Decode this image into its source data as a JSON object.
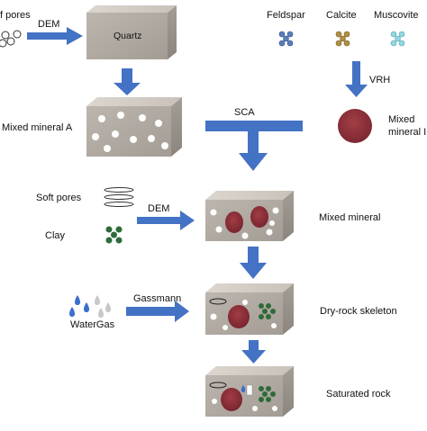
{
  "labels": {
    "stiff_pores": "f pores",
    "dem_top": "DEM",
    "quartz": "Quartz",
    "feldspar": "Feldspar",
    "calcite": "Calcite",
    "muscovite": "Muscovite",
    "vrh": "VRH",
    "mixed_mineral_a": "Mixed mineral A",
    "sca": "SCA",
    "mixed_mineral_b_line1": "Mixed",
    "mixed_mineral_b_line2": "mineral I",
    "soft_pores": "Soft pores",
    "clay": "Clay",
    "dem_mid": "DEM",
    "mixed_mineral": "Mixed mineral",
    "water_gas": "WaterGas",
    "gassmann": "Gassmann",
    "dry_rock_skeleton": "Dry-rock skeleton",
    "saturated_rock": "Saturated rock"
  },
  "colors": {
    "arrow": "#4472c4",
    "block_front": "#b5aea7",
    "block_top": "#d8d2cb",
    "block_side": "#9b948c",
    "mixed_mineral_b": "#8e2f35",
    "clay": "#2e6b3a",
    "feldspar": "#5d7fb8",
    "calcite": "#b08f45",
    "muscovite": "#8fd8e0",
    "water": "#3c6fc9",
    "gas": "#c8c8c8"
  },
  "icons": {
    "pores": "pore-circles-icon",
    "soft_pores": "soft-pore-ellipses-icon",
    "clay": "clay-cluster-icon",
    "feldspar": "feldspar-cluster-icon",
    "calcite": "calcite-cluster-icon",
    "muscovite": "muscovite-cluster-icon",
    "water": "water-drops-icon",
    "gas": "gas-drops-icon"
  }
}
